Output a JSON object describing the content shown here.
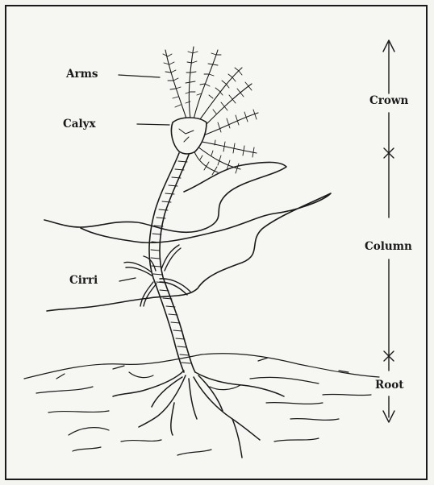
{
  "labels": {
    "arms": "Arms",
    "calyx": "Calyx",
    "cirri": "Cirri",
    "crown": "Crown",
    "column": "Column",
    "root": "Root"
  }
}
